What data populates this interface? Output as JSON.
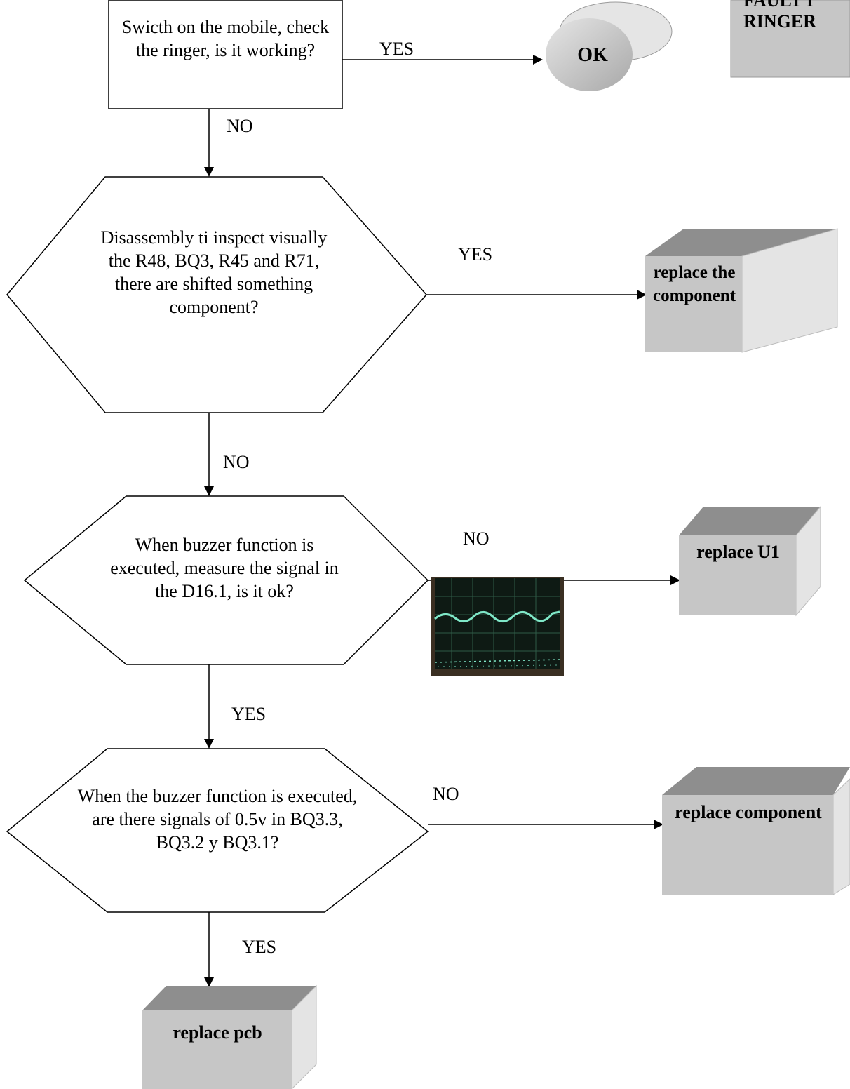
{
  "header": {
    "title_fragment": "FAULT I\nRINGER"
  },
  "nodes": {
    "start": "Swicth on the mobile, check the ringer, is it working?",
    "ok": "OK",
    "inspect": "Disassembly ti inspect visually the R48, BQ3, R45 and R71, there are shifted something component?",
    "replace_component_1": "replace the component",
    "buzzer_signal": "When  buzzer function is executed, measure the signal in the D16.1, is it ok?",
    "replace_u1": "replace U1",
    "bq3_signals": "When the buzzer function is executed, are there signals of 0.5v in BQ3.3, BQ3.2 y BQ3.1?",
    "replace_component_2": "replace component",
    "replace_pcb": "replace pcb"
  },
  "edges": {
    "start_yes": "YES",
    "start_no": "NO",
    "inspect_yes": "YES",
    "inspect_no": "NO",
    "buzzer_no": "NO",
    "buzzer_yes": "YES",
    "bq3_no": "NO",
    "bq3_yes": "YES"
  },
  "colors": {
    "box_face": "#c6c6c6",
    "box_top": "#8e8e8e",
    "box_side": "#e2e2e2",
    "oval": "#cfcfcf",
    "scope_trace": "#7fe8c8"
  }
}
